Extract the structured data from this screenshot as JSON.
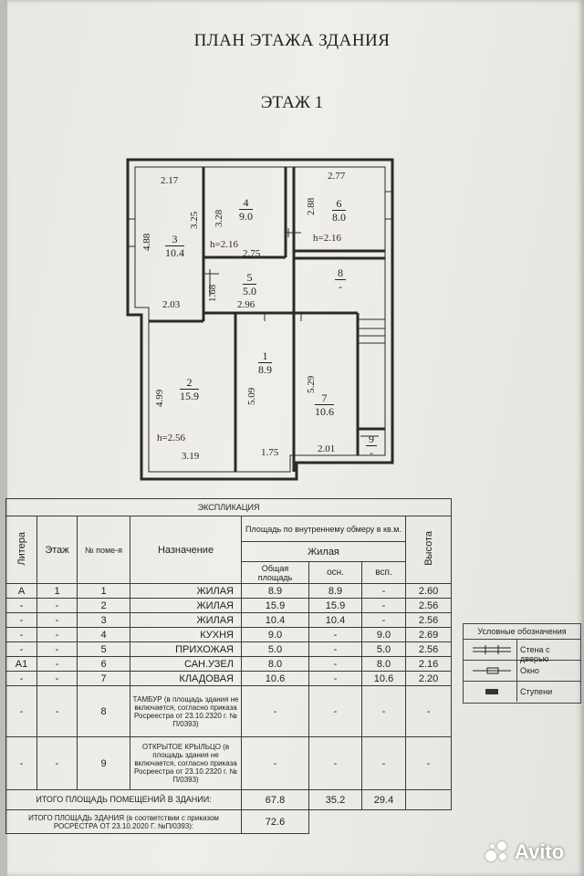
{
  "header": {
    "title": "ПЛАН ЭТАЖА ЗДАНИЯ",
    "floor": "ЭТАЖ 1"
  },
  "plan": {
    "rooms": [
      {
        "num": "1",
        "area": "8.9"
      },
      {
        "num": "2",
        "area": "15.9"
      },
      {
        "num": "3",
        "area": "10.4"
      },
      {
        "num": "4",
        "area": "9.0"
      },
      {
        "num": "5",
        "area": "5.0"
      },
      {
        "num": "6",
        "area": "8.0"
      },
      {
        "num": "7",
        "area": "10.6"
      },
      {
        "num": "8",
        "area": "-"
      },
      {
        "num": "9",
        "area": "-"
      }
    ],
    "dimensions": [
      "2.17",
      "3.25",
      "4.88",
      "3.28",
      "2.75",
      "2.77",
      "2.88",
      "1.68",
      "2.03",
      "2.96",
      "4.99",
      "5.09",
      "5.29",
      "3.19",
      "1.75",
      "2.01"
    ],
    "heights": [
      "h=2.16",
      "h=2.16",
      "h=2.56"
    ]
  },
  "explication": {
    "caption": "ЭКСПЛИКАЦИЯ",
    "headers": {
      "litera": "Литера",
      "etazh": "Этаж",
      "room_no": "№ поме-я",
      "purpose": "Назначение",
      "area_group": "Площадь по внутреннему обмеру в кв.м.",
      "residential": "Жилая",
      "total": "Общая площадь",
      "main": "осн.",
      "aux": "всп.",
      "height": "Высота"
    },
    "rows": [
      {
        "litera": "А",
        "etazh": "1",
        "no": "1",
        "purpose": "ЖИЛАЯ",
        "total": "8.9",
        "main": "8.9",
        "aux": "-",
        "height": "2.60"
      },
      {
        "litera": "-",
        "etazh": "-",
        "no": "2",
        "purpose": "ЖИЛАЯ",
        "total": "15.9",
        "main": "15.9",
        "aux": "-",
        "height": "2.56"
      },
      {
        "litera": "-",
        "etazh": "-",
        "no": "3",
        "purpose": "ЖИЛАЯ",
        "total": "10.4",
        "main": "10.4",
        "aux": "-",
        "height": "2.56"
      },
      {
        "litera": "-",
        "etazh": "-",
        "no": "4",
        "purpose": "КУХНЯ",
        "total": "9.0",
        "main": "-",
        "aux": "9.0",
        "height": "2.69"
      },
      {
        "litera": "-",
        "etazh": "-",
        "no": "5",
        "purpose": "ПРИХОЖАЯ",
        "total": "5.0",
        "main": "-",
        "aux": "5.0",
        "height": "2.56"
      },
      {
        "litera": "А1",
        "etazh": "-",
        "no": "6",
        "purpose": "САН.УЗЕЛ",
        "total": "8.0",
        "main": "-",
        "aux": "8.0",
        "height": "2.16"
      },
      {
        "litera": "-",
        "etazh": "-",
        "no": "7",
        "purpose": "КЛАДОВАЯ",
        "total": "10.6",
        "main": "-",
        "aux": "10.6",
        "height": "2.20"
      },
      {
        "litera": "-",
        "etazh": "-",
        "no": "8",
        "purpose": "ТАМБУР (в площадь здания не включается, согласно приказа Росреестра от 23.10.2320 г. № П/0393)",
        "total": "-",
        "main": "-",
        "aux": "-",
        "height": "-"
      },
      {
        "litera": "-",
        "etazh": "-",
        "no": "9",
        "purpose": "ОТКРЫТОЕ КРЫЛЬЦО (в площадь здания не включается, согласно приказа Росреестра от 23.10.2320 г. № П/0393)",
        "total": "-",
        "main": "-",
        "aux": "-",
        "height": "-"
      }
    ],
    "total_rooms_label": "ИТОГО ПЛОЩАДЬ ПОМЕЩЕНИЙ В ЗДАНИИ:",
    "total_rooms": {
      "total": "67.8",
      "main": "35.2",
      "aux": "29.4"
    },
    "total_building_label": "ИТОГО ПЛОЩАДЬ ЗДАНИЯ (в соответствии с приказом РОСРЕСТРА ОТ 23.10.2020 Г. №П/0393):",
    "total_building": "72.6"
  },
  "legend": {
    "title": "Условные обозначения",
    "items": [
      "Стена с дверью",
      "Окно",
      "Ступени"
    ]
  },
  "watermark": "Avito"
}
